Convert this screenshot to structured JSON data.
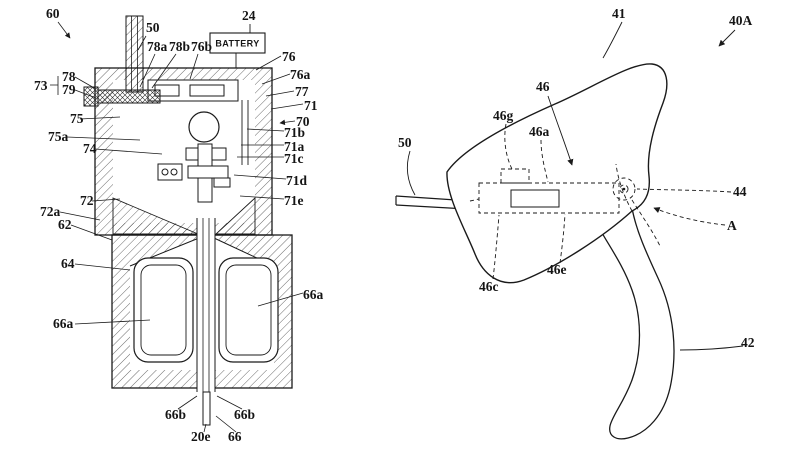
{
  "colors": {
    "line": "#1a1a1a",
    "background": "#ffffff"
  },
  "left_figure": {
    "battery_label": "BATTERY",
    "labels": {
      "n60": "60",
      "n50": "50",
      "n24": "24",
      "n78a": "78a",
      "n78b": "78b",
      "n76b": "76b",
      "n73": "73",
      "n78": "78",
      "n79": "79",
      "n75": "75",
      "n75a": "75a",
      "n74": "74",
      "n76": "76",
      "n76a": "76a",
      "n77": "77",
      "n71": "71",
      "n70": "70",
      "n71b": "71b",
      "n71a": "71a",
      "n71c": "71c",
      "n71d": "71d",
      "n71e": "71e",
      "n72": "72",
      "n72a": "72a",
      "n62": "62",
      "n64": "64",
      "n66a_left": "66a",
      "n66a_right": "66a",
      "n66b_left": "66b",
      "n66b_right": "66b",
      "n20e": "20e",
      "n66": "66"
    }
  },
  "right_figure": {
    "labels": {
      "n41": "41",
      "n40A": "40A",
      "n46": "46",
      "n46g": "46g",
      "n46a": "46a",
      "n50": "50",
      "n44": "44",
      "nA": "A",
      "n46e": "46e",
      "n46c": "46c",
      "n42": "42"
    }
  }
}
